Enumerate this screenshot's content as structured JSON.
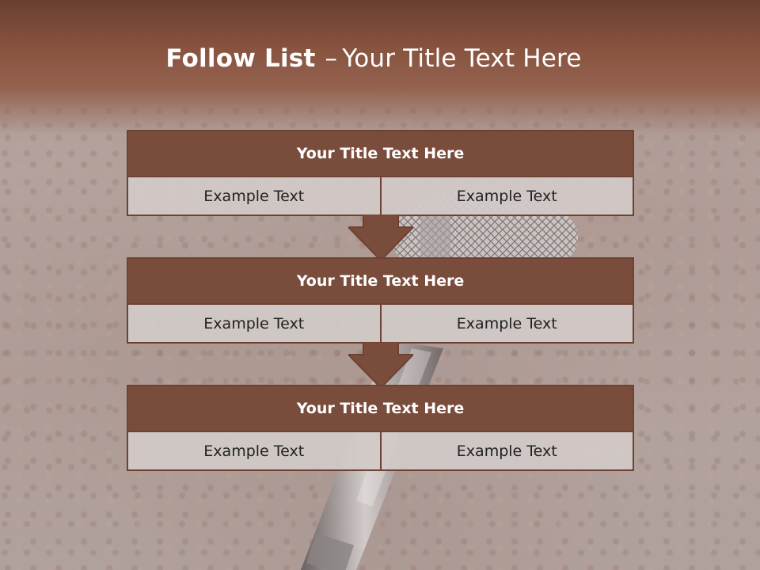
{
  "slide": {
    "title_bold": "Follow List",
    "title_separator": "–",
    "title_rest": "Your Title Text Here"
  },
  "blocks": [
    {
      "title": "Your Title Text Here",
      "left": "Example Text",
      "right": "Example Text"
    },
    {
      "title": "Your Title Text Here",
      "left": "Example Text",
      "right": "Example Text"
    },
    {
      "title": "Your Title Text Here",
      "left": "Example Text",
      "right": "Example Text"
    }
  ],
  "colors": {
    "header_band": "#87533f",
    "block_header": "#7a4c3c",
    "block_border": "#6e4232",
    "cell_background": "#d2cac8",
    "arrow": "#7a4c3c"
  },
  "icons": [
    "down-arrow-icon",
    "microphone-image"
  ]
}
